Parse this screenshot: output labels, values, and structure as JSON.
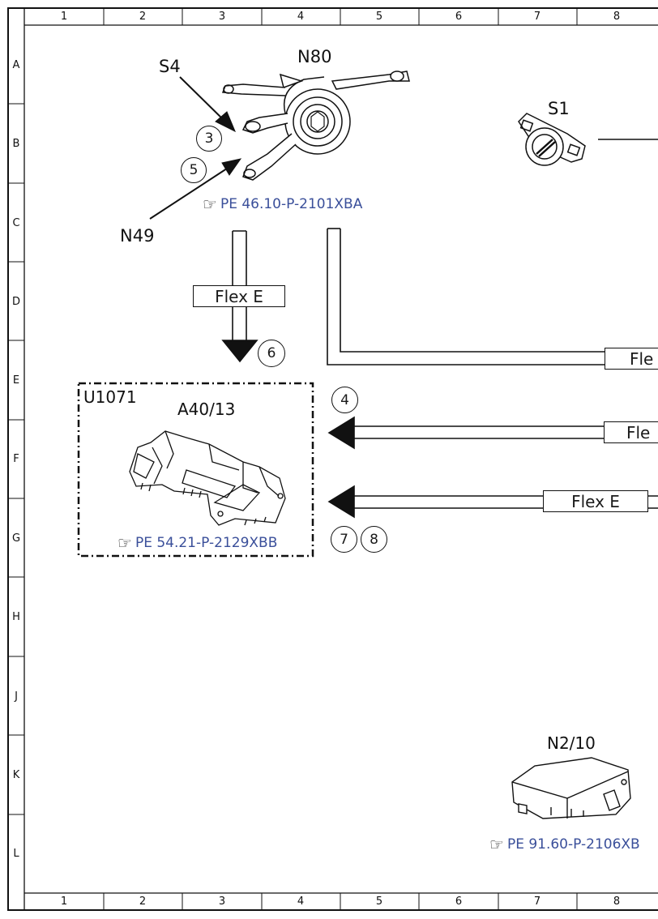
{
  "ruler": {
    "columns": [
      "1",
      "2",
      "3",
      "4",
      "5",
      "6",
      "7",
      "8"
    ],
    "rows": [
      "A",
      "B",
      "C",
      "D",
      "E",
      "F",
      "G",
      "H",
      "J",
      "K",
      "L"
    ]
  },
  "components": {
    "n80": "N80",
    "s4": "S4",
    "n49": "N49",
    "s1": "S1",
    "u1071": "U1071",
    "a40_13": "A40/13",
    "n2_10": "N2/10"
  },
  "references": {
    "steering_column": "PE 46.10-P-2101XBA",
    "display": "PE 54.21-P-2129XBB",
    "control_unit": "PE 91.60-P-2106XB"
  },
  "bus_labels": {
    "vertical_down": "Flex E",
    "right_top": "Fle",
    "arrow_upper": "Fle",
    "arrow_lower": "Flex E"
  },
  "callouts": [
    "3",
    "5",
    "6",
    "4",
    "7",
    "8"
  ],
  "icons": {
    "reference_pointer": "pointing-hand-icon"
  }
}
